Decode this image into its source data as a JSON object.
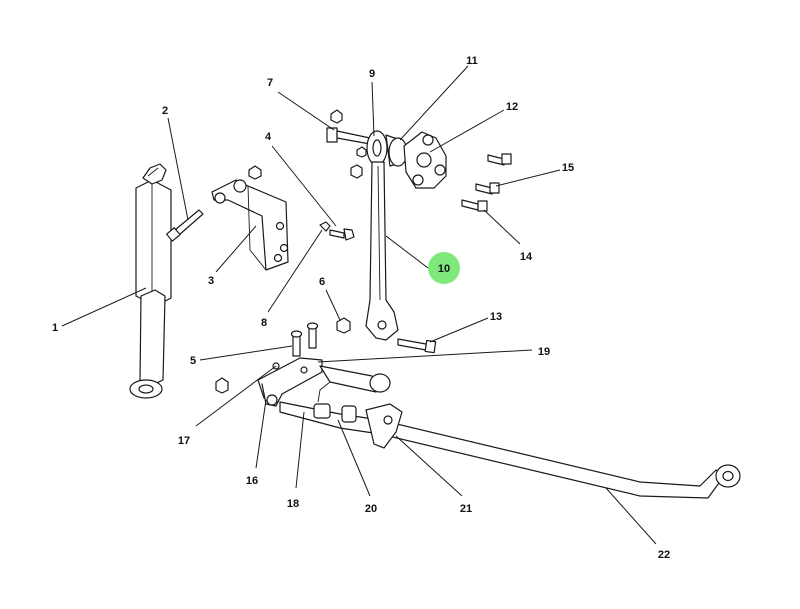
{
  "diagram": {
    "highlight_color": "#7ee87a",
    "callouts": [
      {
        "id": "1",
        "label": "1"
      },
      {
        "id": "2",
        "label": "2"
      },
      {
        "id": "3",
        "label": "3"
      },
      {
        "id": "4",
        "label": "4"
      },
      {
        "id": "5",
        "label": "5"
      },
      {
        "id": "6",
        "label": "6"
      },
      {
        "id": "7",
        "label": "7"
      },
      {
        "id": "8",
        "label": "8"
      },
      {
        "id": "9",
        "label": "9"
      },
      {
        "id": "10",
        "label": "10",
        "highlighted": true
      },
      {
        "id": "11",
        "label": "11"
      },
      {
        "id": "12",
        "label": "12"
      },
      {
        "id": "13",
        "label": "13"
      },
      {
        "id": "14",
        "label": "14"
      },
      {
        "id": "15",
        "label": "15"
      },
      {
        "id": "16",
        "label": "16"
      },
      {
        "id": "17",
        "label": "17"
      },
      {
        "id": "18",
        "label": "18"
      },
      {
        "id": "19",
        "label": "19"
      },
      {
        "id": "20",
        "label": "20"
      },
      {
        "id": "21",
        "label": "21"
      },
      {
        "id": "22",
        "label": "22"
      }
    ]
  }
}
